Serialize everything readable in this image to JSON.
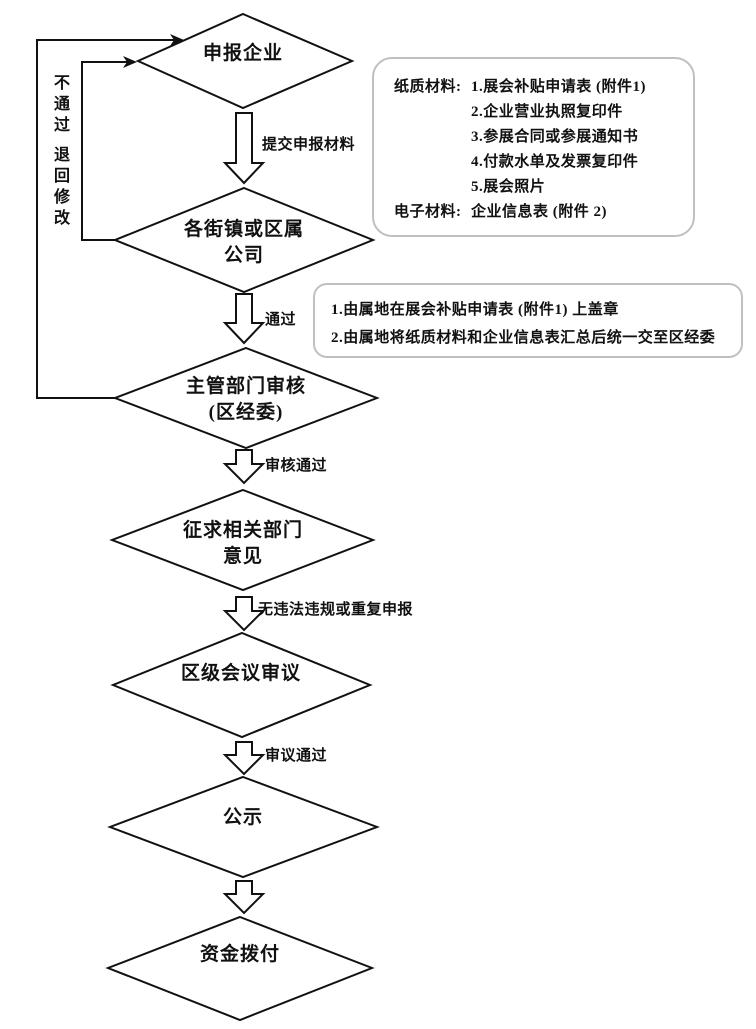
{
  "diagram": {
    "nodes": [
      {
        "label": "申报企业",
        "line2": ""
      },
      {
        "label": "各街镇或区属",
        "line2": "公司"
      },
      {
        "label": "主管部门审核",
        "line2": "(区经委)"
      },
      {
        "label": "征求相关部门",
        "line2": "意见"
      },
      {
        "label": "区级会议审议",
        "line2": ""
      },
      {
        "label": "公示",
        "line2": ""
      },
      {
        "label": "资金拨付",
        "line2": ""
      }
    ],
    "edge_labels": {
      "submit": "提交申报材料",
      "pass": "通过",
      "review_pass": "审核通过",
      "no_violation": "无违法违规或重复申报",
      "deliberation_pass": "审议通过"
    },
    "feedback": {
      "not_pass": "不通过",
      "return_modify": "退回修改"
    }
  },
  "materials_box": {
    "lines": [
      {
        "label": "纸质材料:",
        "pre": "1.展会补贴申请表 (",
        "bold": "附件1",
        "post": ")"
      },
      {
        "label": "",
        "pre": "2.企业营业执照复印件",
        "bold": "",
        "post": ""
      },
      {
        "label": "",
        "pre": "3.参展合同或参展通知书",
        "bold": "",
        "post": ""
      },
      {
        "label": "",
        "pre": "4.付款水单及发票复印件",
        "bold": "",
        "post": ""
      },
      {
        "label": "",
        "pre": "5.展会照片",
        "bold": "",
        "post": ""
      },
      {
        "label": "电子材料:",
        "pre": "企业信息表 (",
        "bold": "附件 2",
        "post": ")"
      }
    ]
  },
  "notes_box": {
    "lines": [
      {
        "pre": "1.由属地在展会补贴申请表 (",
        "bold": "附件1",
        "post": ") 上盖章"
      },
      {
        "pre": "2.由属地将纸质材料和企业信息表汇总后统一交至区经委",
        "bold": "",
        "post": ""
      }
    ]
  },
  "colors": {
    "stroke": "#111111",
    "box_border": "#c0c0c0",
    "background": "#ffffff"
  }
}
